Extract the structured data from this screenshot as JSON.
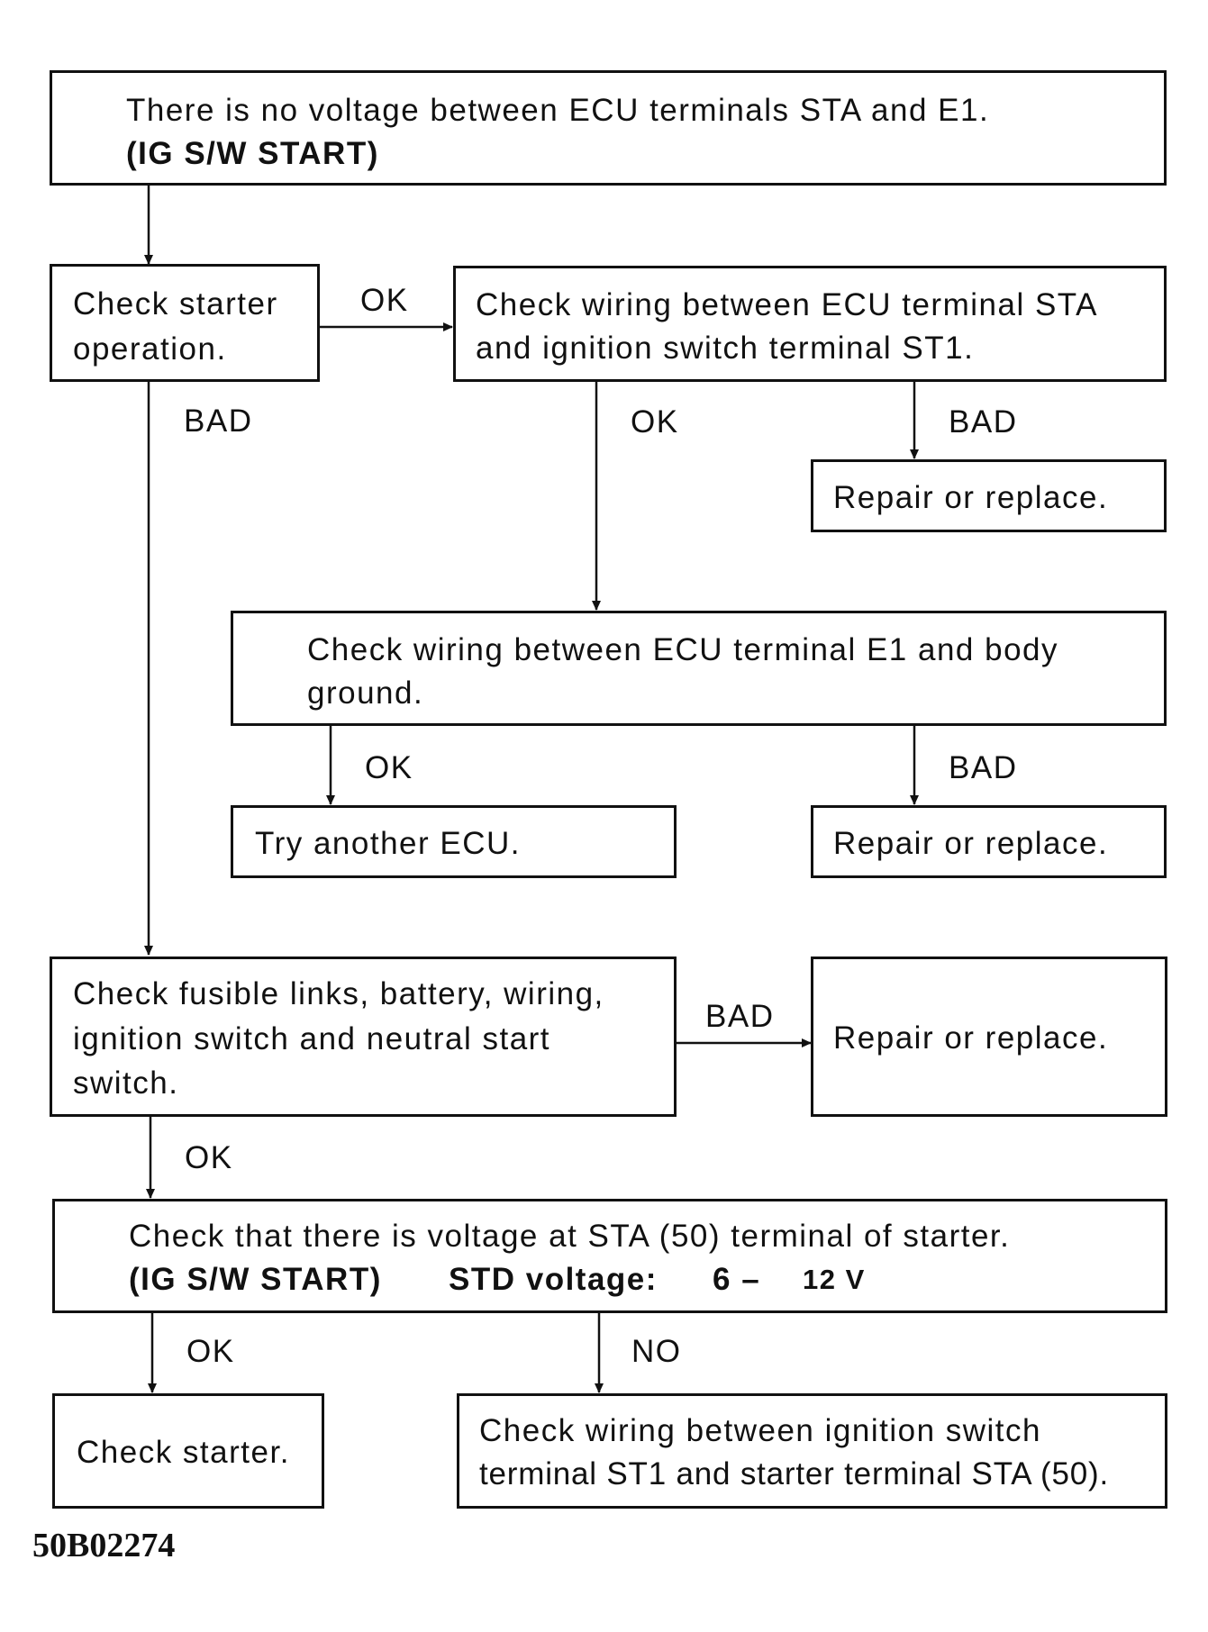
{
  "boxes": {
    "no_voltage": {
      "line1": "There is no voltage between ECU terminals STA and E1.",
      "line2": "(IG S/W START)"
    },
    "check_starter_op": {
      "line1": "Check starter",
      "line2": "operation."
    },
    "check_wiring_sta": {
      "line1": "Check wiring between ECU terminal STA",
      "line2": "and ignition switch terminal ST1."
    },
    "repair_1": {
      "line1": "Repair or replace."
    },
    "check_wiring_e1": {
      "line1": "Check wiring between ECU terminal E1 and body",
      "line2": "ground."
    },
    "try_ecu": {
      "line1": "Try another ECU."
    },
    "repair_2": {
      "line1": "Repair or replace."
    },
    "check_fusible": {
      "line1": "Check fusible links, battery, wiring,",
      "line2": "ignition switch and neutral start",
      "line3": "switch."
    },
    "repair_3": {
      "line1": "Repair or replace."
    },
    "check_sta_voltage": {
      "line1": "Check that there is voltage at STA (50) terminal of starter.",
      "line2a": "(IG S/W START)",
      "line2b": "STD voltage:",
      "line2c": "6 –",
      "line2d": "12 V"
    },
    "check_starter": {
      "line1": "Check starter."
    },
    "check_wiring_st1": {
      "line1": "Check wiring between ignition switch",
      "line2": "terminal ST1 and starter terminal STA (50)."
    }
  },
  "labels": {
    "ok_starter_to_wiring": "OK",
    "bad_starter_to_fusible": "BAD",
    "ok_wiring_to_e1": "OK",
    "bad_wiring_to_repair": "BAD",
    "ok_e1_to_ecu": "OK",
    "bad_e1_to_repair": "BAD",
    "bad_fusible_to_repair": "BAD",
    "ok_fusible_to_voltage": "OK",
    "ok_voltage_to_starter": "OK",
    "no_voltage_to_wiring": "NO"
  },
  "figure_id": "50B02274"
}
